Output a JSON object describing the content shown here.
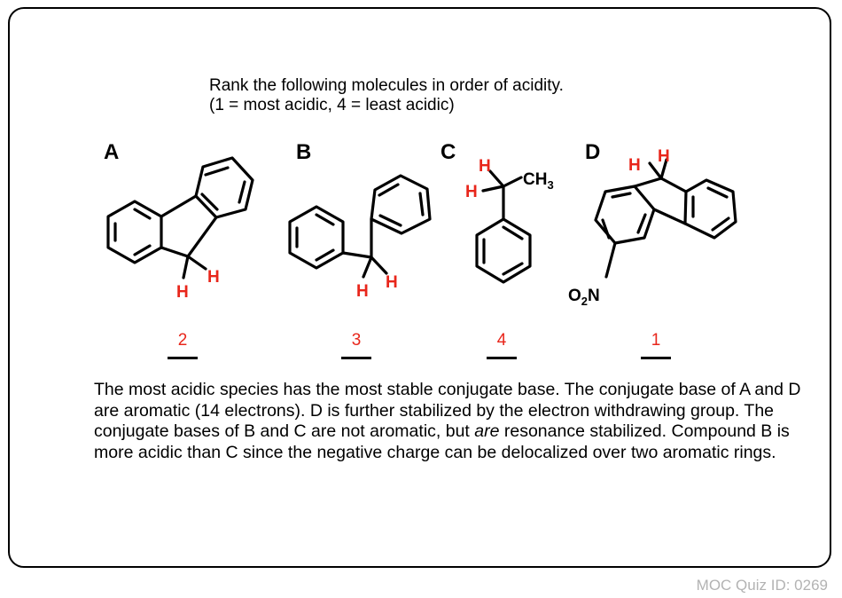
{
  "question": {
    "line1": "Rank the following molecules in order of acidity.",
    "line2": "(1 = most acidic, 4 = least acidic)"
  },
  "molecules": [
    {
      "label": "A",
      "answer": "2",
      "atoms": [
        "H",
        "H"
      ]
    },
    {
      "label": "B",
      "answer": "3",
      "atoms": [
        "H",
        "H"
      ]
    },
    {
      "label": "C",
      "answer": "4",
      "atoms": [
        "H",
        "H",
        "CH",
        "3"
      ]
    },
    {
      "label": "D",
      "answer": "1",
      "atoms": [
        "H",
        "H",
        "O",
        "2",
        "N"
      ]
    }
  ],
  "explanation": {
    "part1": "The most acidic species has the most stable conjugate base. The conjugate base of A and D are aromatic (14 electrons). D is further stabilized by the electron withdrawing group. The conjugate bases of B and C are not aromatic, but ",
    "emphasis": "are",
    "part2": " resonance stabilized. Compound B is more acidic than C since the negative charge can be delocalized over two aromatic rings."
  },
  "footer": "MOC Quiz ID: 0269",
  "colors": {
    "answer": "#e8261b",
    "hydrogen": "#e8261b",
    "border": "#000000",
    "footer": "#b3b3b3"
  }
}
